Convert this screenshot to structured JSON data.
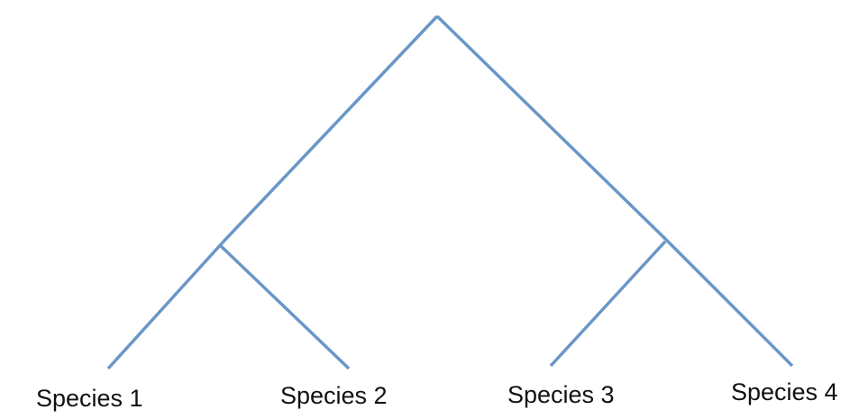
{
  "tree": {
    "leaves": [
      {
        "id": "species-1",
        "label": "Species 1"
      },
      {
        "id": "species-2",
        "label": "Species 2"
      },
      {
        "id": "species-3",
        "label": "Species 3"
      },
      {
        "id": "species-4",
        "label": "Species 4"
      }
    ],
    "clades": [
      {
        "id": "clade-left",
        "children": [
          "species-1",
          "species-2"
        ]
      },
      {
        "id": "clade-right",
        "children": [
          "species-3",
          "species-4"
        ]
      },
      {
        "id": "root",
        "children": [
          "clade-left",
          "clade-right"
        ]
      }
    ],
    "colors": {
      "branch": "#6a96c8",
      "label": "#111111"
    }
  }
}
